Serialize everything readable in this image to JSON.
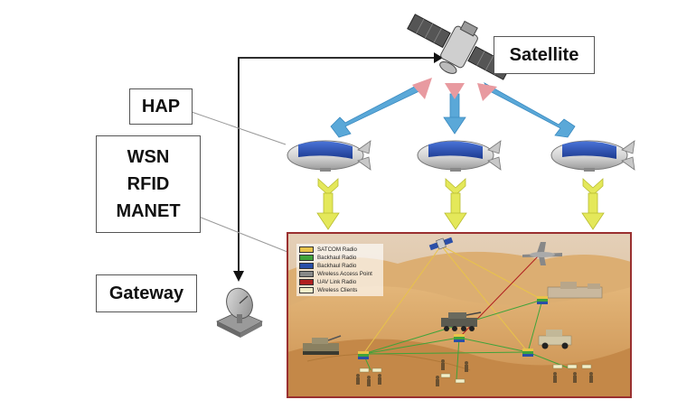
{
  "labels": {
    "satellite": "Satellite",
    "hap": "HAP",
    "wsn": "WSN",
    "rfid": "RFID",
    "manet": "MANET",
    "gateway": "Gateway"
  },
  "legend": [
    {
      "label": "SATCOM Radio",
      "color": "#e8c34a"
    },
    {
      "label": "Backhaul Radio",
      "color": "#3fa33a"
    },
    {
      "label": "Backhaul Radio",
      "color": "#2a4fa8"
    },
    {
      "label": "Wireless Access Point",
      "color": "#888888"
    },
    {
      "label": "UAV Link Radio",
      "color": "#b02020"
    },
    {
      "label": "Wireless Clients",
      "color": "#f3efc9"
    }
  ],
  "colors": {
    "downlink_arrow": "#5aa8d8",
    "uplink_arrow": "#e89aa0",
    "hap_to_ground_arrow": "#e4e85a",
    "scene_border": "#9a3030",
    "sand": "#d8a865"
  },
  "icons": [
    "satellite-icon",
    "airship-icon",
    "gateway-dish-icon",
    "uav-icon",
    "tank-icon",
    "humvee-icon",
    "soldier-icon"
  ]
}
